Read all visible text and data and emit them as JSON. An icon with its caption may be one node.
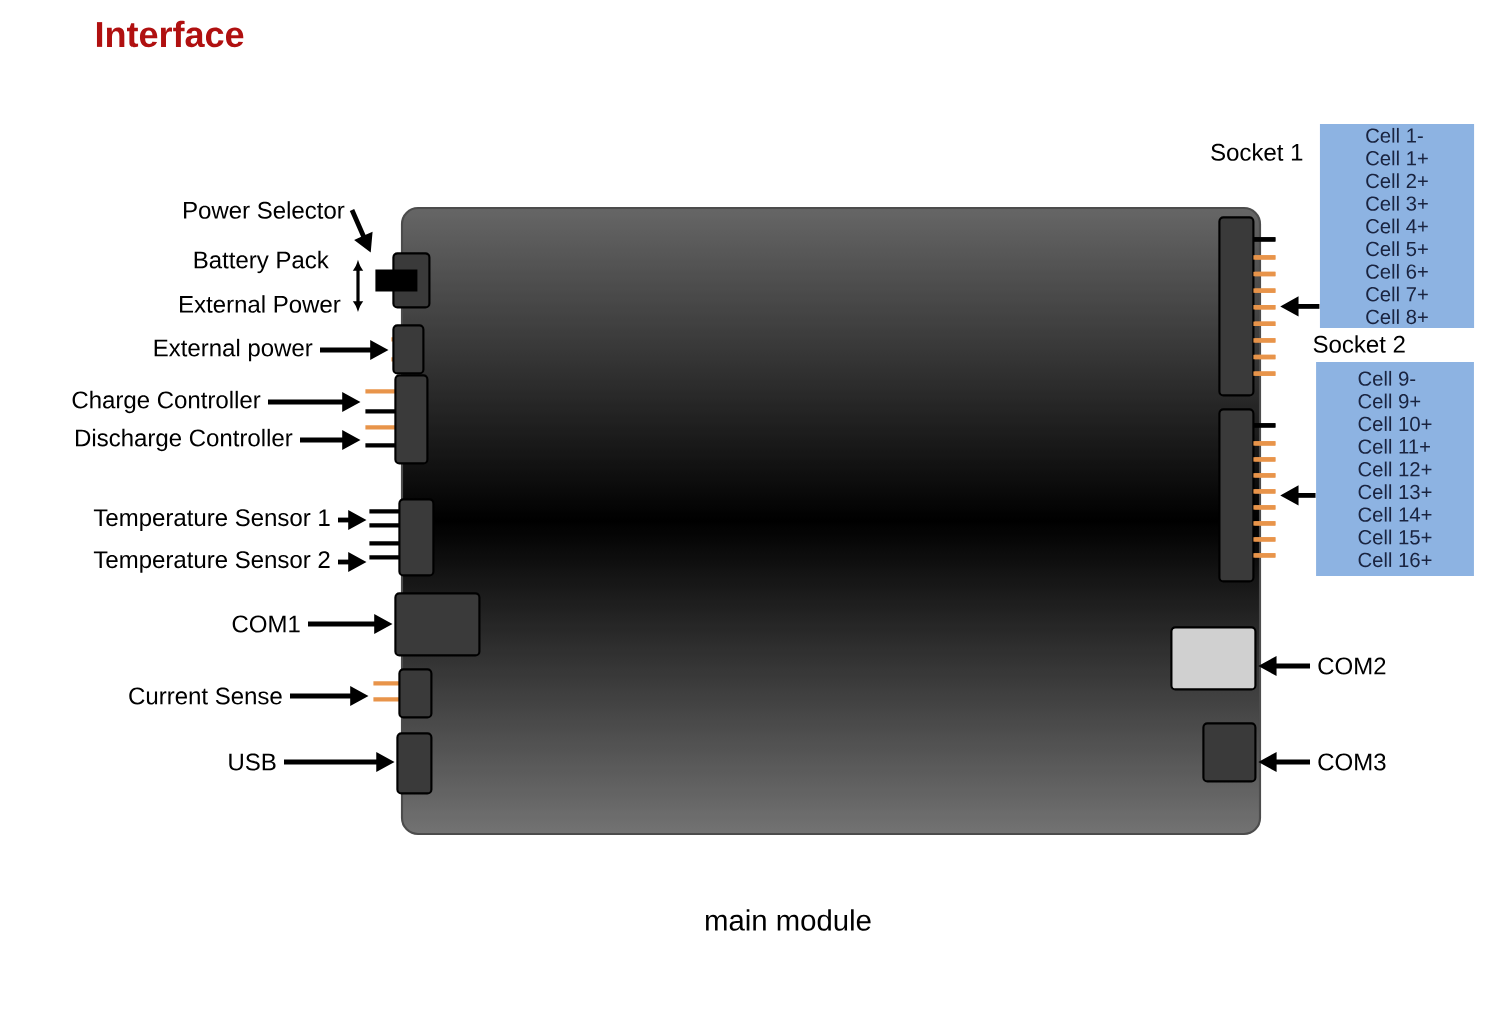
{
  "diagram": {
    "title": "Interface",
    "caption": "main module",
    "nodes": [
      {
        "text": [],
        "shape": "box"
      },
      {
        "text": [],
        "shape": "box",
        "in": 0
      },
      {
        "text": [],
        "shape": "box",
        "in": 0
      },
      {
        "text": [],
        "shape": "box",
        "in": 0
      },
      {
        "text": [],
        "shape": "box",
        "in": 0
      },
      {
        "text": [],
        "shape": "box",
        "in": 0
      },
      {
        "text": [],
        "shape": "box",
        "in": 0
      },
      {
        "text": [],
        "shape": "box",
        "in": 0
      },
      {
        "text": [],
        "shape": "box",
        "in": 0
      },
      {
        "text": [],
        "shape": "box",
        "in": 0
      },
      {
        "text": [],
        "shape": "box",
        "in": 0
      },
      {
        "text": [],
        "shape": "box",
        "in": 0
      },
      {
        "text": [
          "Power Selector"
        ]
      },
      {
        "text": [
          "Battery Pack"
        ]
      },
      {
        "text": [
          "External Power"
        ]
      },
      {
        "text": [
          "External power"
        ]
      },
      {
        "text": [
          "Charge Controller"
        ]
      },
      {
        "text": [
          "Discharge Controller"
        ]
      },
      {
        "text": [
          "Temperature Sensor 1"
        ]
      },
      {
        "text": [
          "Temperature Sensor 2"
        ]
      },
      {
        "text": [
          "COM1"
        ]
      },
      {
        "text": [
          "Current Sense"
        ]
      },
      {
        "text": [
          "USB"
        ]
      },
      {
        "text": [
          "Socket 1",
          "Cell 1-",
          "Cell 1+",
          "Cell 2+",
          "Cell 3+",
          "Cell 4+",
          "Cell 5+",
          "Cell 6+",
          "Cell 7+",
          "Cell 8+"
        ]
      },
      {
        "text": [
          "Socket 2",
          "Cell 9-",
          "Cell 9+",
          "Cell 10+",
          "Cell 11+",
          "Cell 12+",
          "Cell 13+",
          "Cell 14+",
          "Cell 15+",
          "Cell 16+"
        ]
      },
      {
        "text": [
          "COM2"
        ]
      },
      {
        "text": [
          "COM3"
        ]
      }
    ],
    "edges": [
      {
        "from": 12,
        "to": 1,
        "arrow": "to"
      },
      {
        "from": 15,
        "to": 2,
        "arrow": "to"
      },
      {
        "from": 16,
        "to": 3,
        "arrow": "to"
      },
      {
        "from": 17,
        "to": 3,
        "arrow": "to"
      },
      {
        "from": 18,
        "to": 4,
        "arrow": "to"
      },
      {
        "from": 19,
        "to": 4,
        "arrow": "to"
      },
      {
        "from": 20,
        "to": 5,
        "arrow": "to"
      },
      {
        "from": 21,
        "to": 6,
        "arrow": "to"
      },
      {
        "from": 22,
        "to": 7,
        "arrow": "to"
      },
      {
        "from": 23,
        "to": 8,
        "arrow": "to"
      },
      {
        "from": 24,
        "to": 9,
        "arrow": "to"
      },
      {
        "from": 25,
        "to": 10,
        "arrow": "to"
      },
      {
        "from": 26,
        "to": 11,
        "arrow": "to"
      }
    ]
  }
}
